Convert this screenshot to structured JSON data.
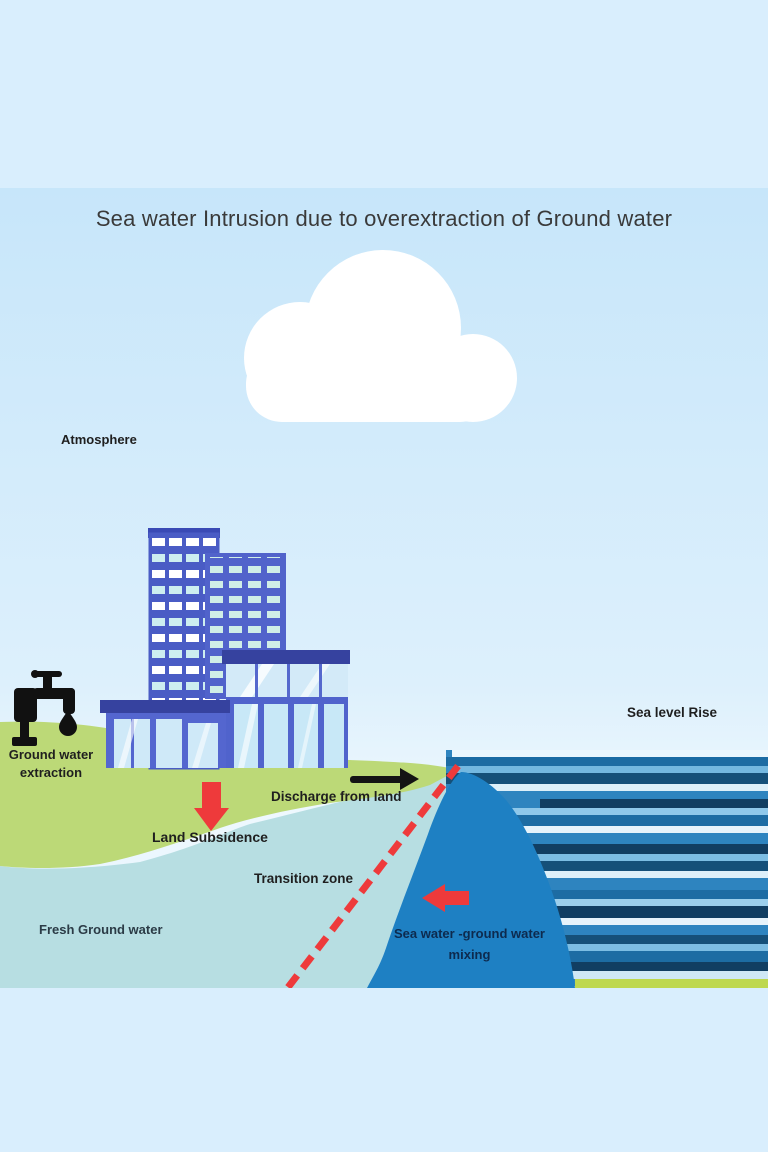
{
  "title": "Sea water Intrusion due to overextraction of Ground water",
  "labels": {
    "atmosphere": "Atmosphere",
    "ground_water_extraction_line1": "Ground water",
    "ground_water_extraction_line2": "extraction",
    "discharge_from_land": "Discharge from land",
    "land_subsidence": "Land Subsidence",
    "sea_level_rise": "Sea level Rise",
    "transition_zone": "Transition zone",
    "fresh_ground_water": "Fresh Ground water",
    "mixing_line1": "Sea water -ground water",
    "mixing_line2": "mixing"
  },
  "icons": {
    "pump": "water-pump-icon",
    "cloud": "cloud-icon",
    "discharge_arrow": "right-arrow-icon",
    "subsidence_arrow": "down-arrow-icon",
    "mixing_arrow": "left-arrow-icon",
    "transition_line": "dashed-line"
  },
  "colors": {
    "sky_top": "#c7e6fa",
    "sky_bottom": "#eef8fe",
    "margin_blue": "#d9eefd",
    "land_green": "#bcd977",
    "shore_green": "#bed84f",
    "fresh_groundwater_teal": "#b7dee2",
    "sea_mound_blue": "#1e80c3",
    "ocean_base": "#2e84bf",
    "ocean_dark": "#113e62",
    "red_accent": "#ee3a3b",
    "building_blue": "#4a5cc5",
    "roof_blue": "#36429f",
    "glass_blue": "#d3eaf8",
    "cloud_white": "#ffffff",
    "pump_black": "#111111"
  }
}
